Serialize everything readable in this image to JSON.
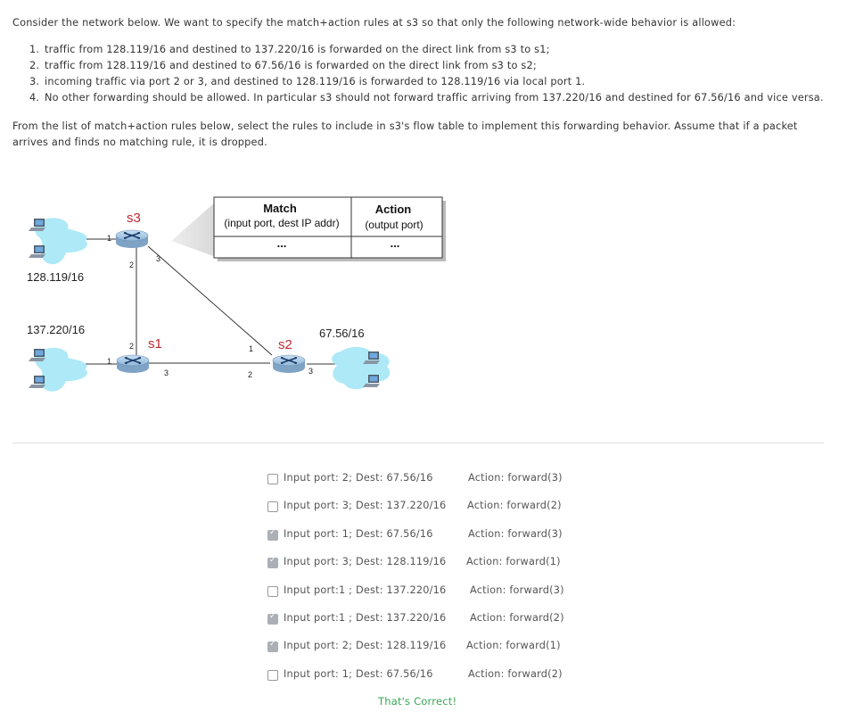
{
  "question": {
    "intro": "Consider the network below.  We want to specify the match+action rules at s3 so that only the following network-wide behavior is allowed:",
    "requirements": [
      "traffic from 128.119/16 and destined to 137.220/16 is forwarded on the direct link from s3 to s1;",
      "traffic from 128.119/16 and destined to 67.56/16 is forwarded on the direct link from s3 to s2;",
      "incoming traffic via port 2 or 3, and destined to 128.119/16 is forwarded to 128.119/16 via local port 1.",
      "No other forwarding should be allowed.  In particular s3 should not forward traffic arriving from 137.220/16 and destined for 67.56/16 and vice versa."
    ],
    "instruction": "From the list of match+action rules below, select the rules to include in s3's flow table to implement this forwarding behavior. Assume that if a packet arrives and finds no matching rule, it is dropped."
  },
  "diagram": {
    "switches": {
      "s3": "s3",
      "s1": "s1",
      "s2": "s2"
    },
    "subnets": {
      "top_left": "128.119/16",
      "bottom_left": "137.220/16",
      "right": "67.56/16"
    },
    "ports": {
      "s3_p1": "1",
      "s3_p2": "2",
      "s3_p3": "3",
      "s1_p1": "1",
      "s1_p2": "2",
      "s1_p3": "3",
      "s2_p1": "1",
      "s2_p2": "2",
      "s2_p3": "3"
    },
    "table": {
      "match_title": "Match",
      "match_sub": "(input port, dest IP addr)",
      "action_title": "Action",
      "action_sub": "(output port)",
      "ellipsis": "..."
    },
    "colors": {
      "switch_label": "#c0292f",
      "cloud": "#aee9f7",
      "link": "#333333"
    }
  },
  "options": [
    {
      "match": "Input port: 2; Dest: 67.56/16",
      "action": "Action: forward(3)",
      "checked": false
    },
    {
      "match": "Input port: 3; Dest: 137.220/16",
      "action": "Action: forward(2)",
      "checked": false
    },
    {
      "match": "Input port: 1; Dest: 67.56/16",
      "action": "Action: forward(3)",
      "checked": true
    },
    {
      "match": "Input port: 3; Dest: 128.119/16",
      "action": "Action: forward(1)",
      "checked": true
    },
    {
      "match": "Input port:1 ; Dest: 137.220/16",
      "action": "Action: forward(3)",
      "checked": false
    },
    {
      "match": "Input port:1 ; Dest: 137.220/16",
      "action": "Action: forward(2)",
      "checked": true
    },
    {
      "match": "Input port: 2; Dest: 128.119/16",
      "action": "Action: forward(1)",
      "checked": true
    },
    {
      "match": "Input port: 1; Dest: 67.56/16",
      "action": "Action: forward(2)",
      "checked": false
    }
  ],
  "feedback": "That's Correct!"
}
